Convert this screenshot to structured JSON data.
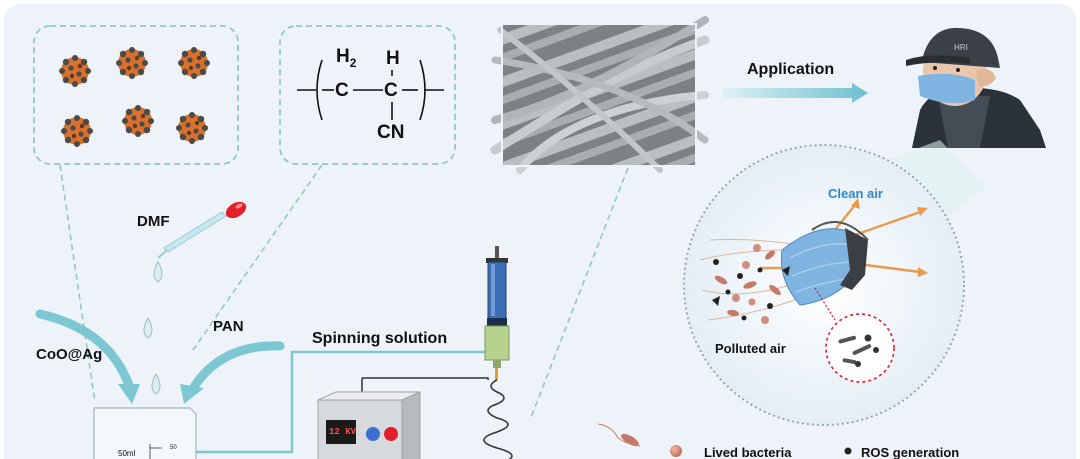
{
  "labels": {
    "dmf": "DMF",
    "coo_ag": "CoO@Ag",
    "pan": "PAN",
    "spinning_solution": "Spinning solution",
    "application": "Application",
    "clean_air": "Clean air",
    "polluted_air": "Polluted air",
    "lived_bacteria": "Lived bacteria",
    "ros_generation": "ROS generation",
    "voltage_display": "12 KV",
    "beaker_volume": "50ml",
    "beaker_mark": "50"
  },
  "chemistry": {
    "h2": "H",
    "h2_sub": "2",
    "h": "H",
    "c1": "C",
    "c2": "C",
    "cn": "CN"
  },
  "colors": {
    "background": "#eef3f9",
    "dashed_box": "#8fc9c7",
    "arrow_teal": "#7cc7d2",
    "particle_core": "#d9702b",
    "particle_dots": "#4a4a4a",
    "clean_air": "#2f86c8",
    "orange_arrow": "#e99a4c",
    "mask_blue": "#7fb3e0",
    "dropper_red": "#e3202a",
    "voltage_red": "#ff4b4b"
  }
}
